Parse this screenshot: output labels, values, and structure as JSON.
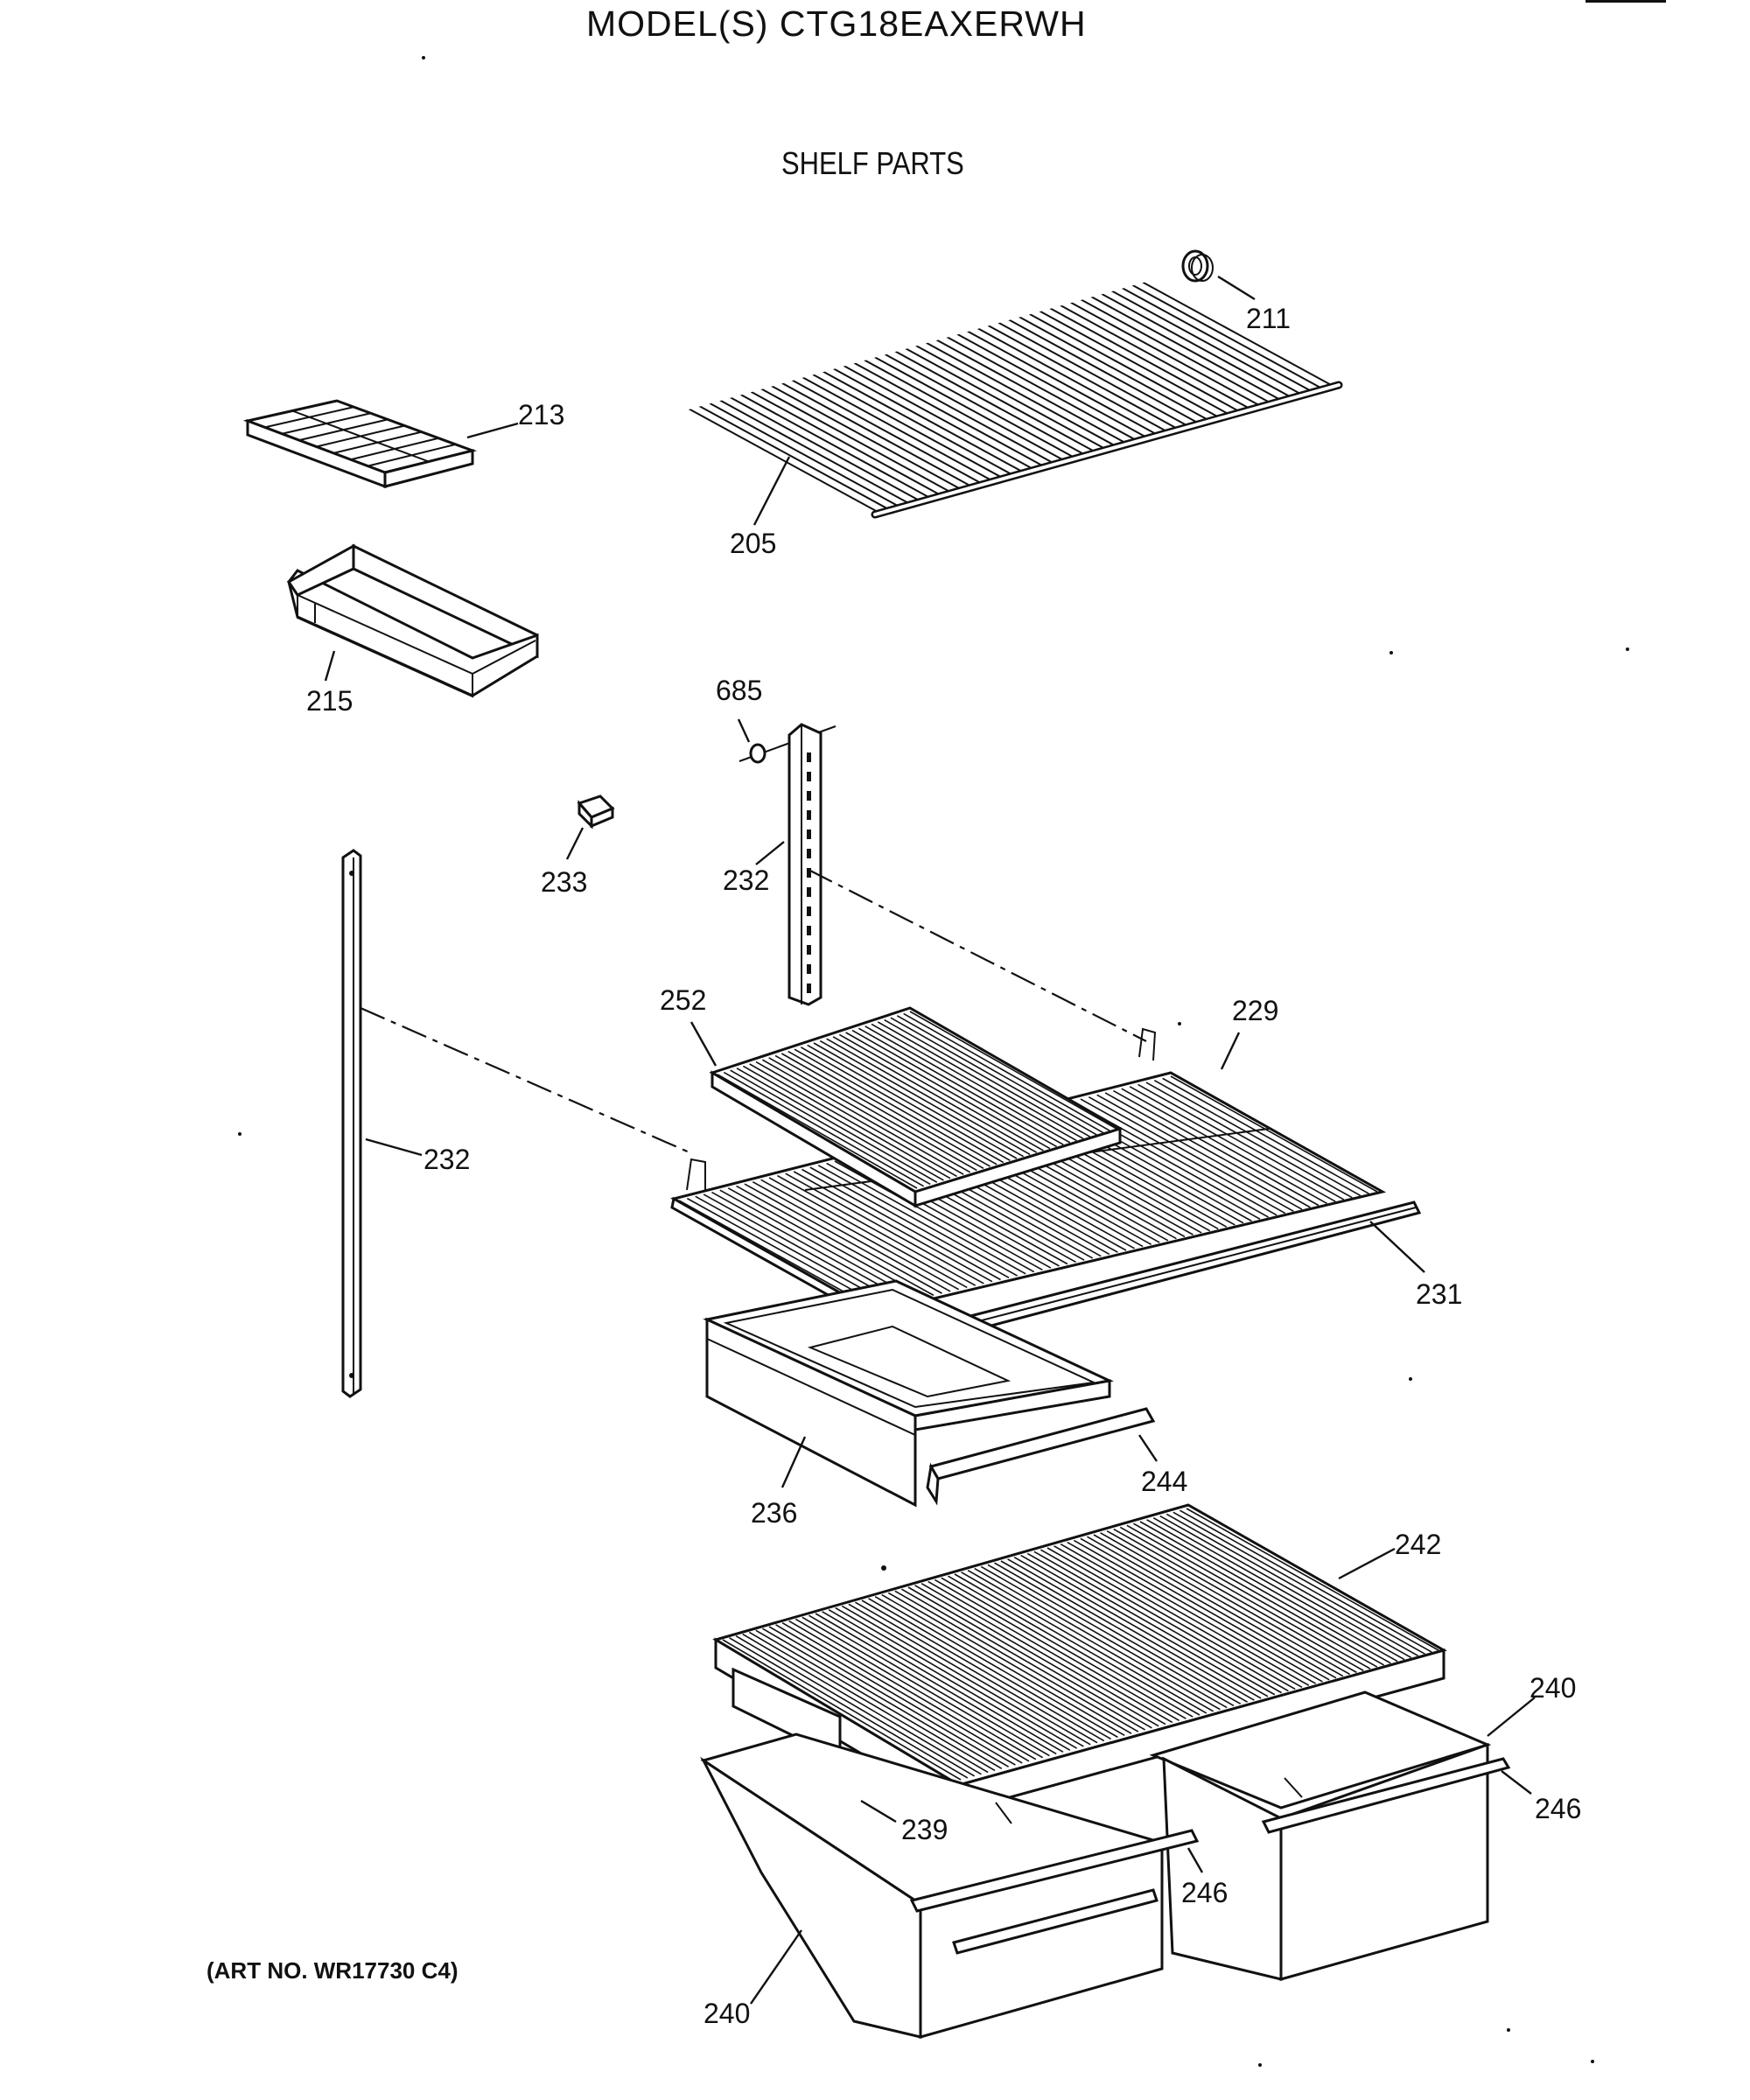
{
  "header": {
    "model_title": "MODEL(S) CTG18EAXERWH",
    "section_title": "SHELF PARTS"
  },
  "footer": {
    "art_number": "(ART NO. WR17730 C4)"
  },
  "parts": [
    {
      "id": "211",
      "label": "211",
      "icon": "shelf-stop-icon"
    },
    {
      "id": "213",
      "label": "213",
      "icon": "ice-tray-icon"
    },
    {
      "id": "205",
      "label": "205",
      "icon": "wire-shelf-icon"
    },
    {
      "id": "215",
      "label": "215",
      "icon": "ice-bin-icon"
    },
    {
      "id": "685",
      "label": "685",
      "icon": "screw-icon"
    },
    {
      "id": "233",
      "label": "233",
      "icon": "clip-icon"
    },
    {
      "id": "232a",
      "label": "232",
      "icon": "shelf-support-rail-icon"
    },
    {
      "id": "232b",
      "label": "232",
      "icon": "shelf-support-rail-icon"
    },
    {
      "id": "252",
      "label": "252",
      "icon": "half-shelf-icon"
    },
    {
      "id": "229",
      "label": "229",
      "icon": "fresh-food-shelf-icon"
    },
    {
      "id": "231",
      "label": "231",
      "icon": "shelf-trim-icon"
    },
    {
      "id": "236",
      "label": "236",
      "icon": "meat-pan-icon"
    },
    {
      "id": "244",
      "label": "244",
      "icon": "pan-trim-icon"
    },
    {
      "id": "242",
      "label": "242",
      "icon": "pan-cover-icon"
    },
    {
      "id": "240a",
      "label": "240",
      "icon": "crisper-drawer-icon"
    },
    {
      "id": "246a",
      "label": "246",
      "icon": "drawer-trim-icon"
    },
    {
      "id": "239",
      "label": "239",
      "icon": "cover-support-icon"
    },
    {
      "id": "246b",
      "label": "246",
      "icon": "drawer-trim-icon"
    },
    {
      "id": "240b",
      "label": "240",
      "icon": "crisper-drawer-icon"
    }
  ]
}
